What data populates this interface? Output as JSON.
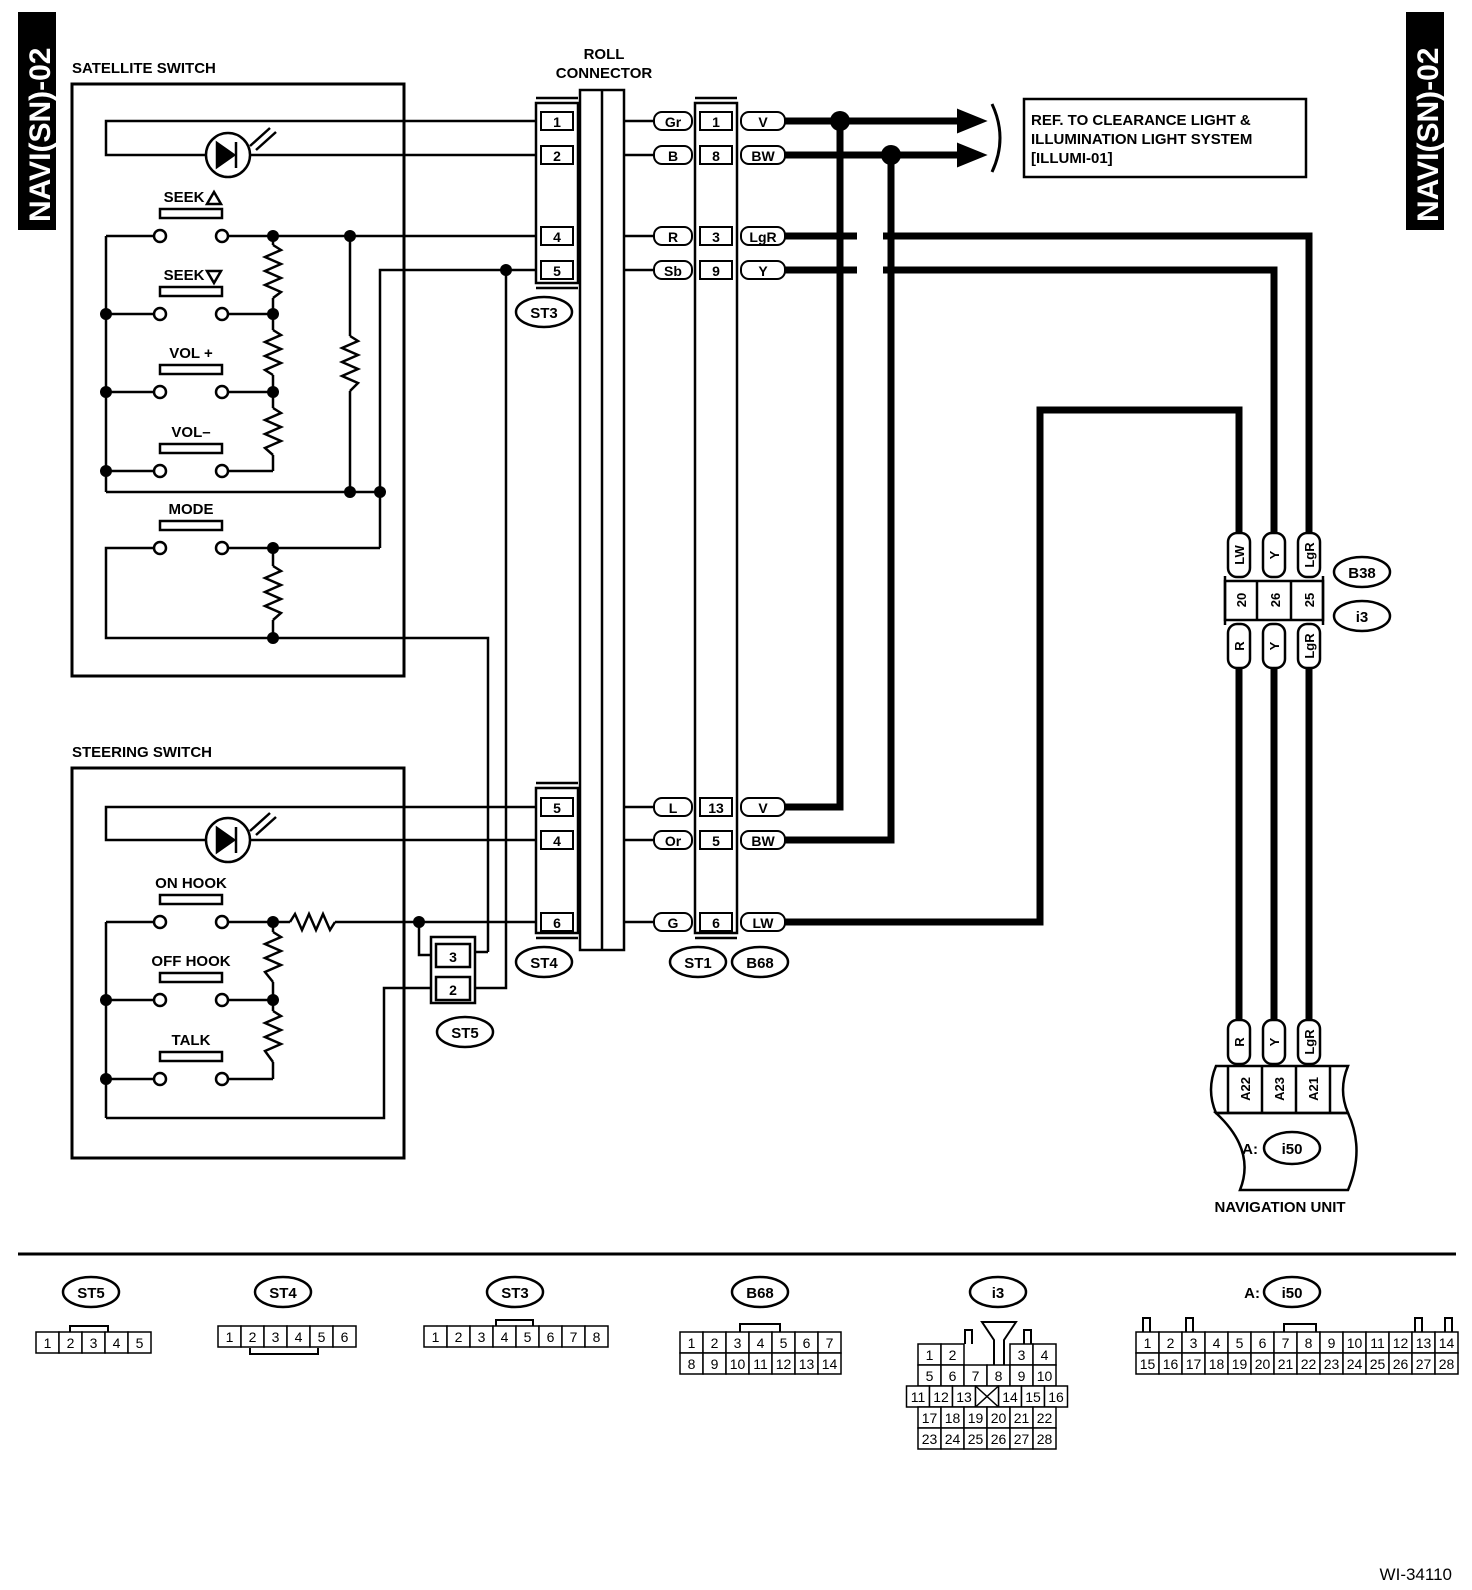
{
  "page_tag": "NAVI(SN)-02",
  "figure_id": "WI-34110",
  "roll_connector_label": [
    "ROLL",
    "CONNECTOR"
  ],
  "ref_box": [
    "REF. TO CLEARANCE LIGHT &",
    "ILLUMINATION LIGHT SYSTEM",
    "[ILLUMI-01]"
  ],
  "satellite_switch": {
    "title": "SATELLITE SWITCH",
    "buttons": [
      "SEEK",
      "SEEK",
      "VOL +",
      "VOL–",
      "MODE"
    ]
  },
  "steering_switch": {
    "title": "STEERING SWITCH",
    "buttons": [
      "ON HOOK",
      "OFF HOOK",
      "TALK"
    ]
  },
  "st3_pins": [
    "1",
    "2",
    "4",
    "5"
  ],
  "st4_pins": [
    "5",
    "4",
    "6"
  ],
  "st5_pins": [
    "3",
    "2"
  ],
  "upper_wires": [
    {
      "left": "Gr",
      "pin": "1",
      "right": "V"
    },
    {
      "left": "B",
      "pin": "8",
      "right": "BW"
    },
    {
      "left": "R",
      "pin": "3",
      "right": "LgR"
    },
    {
      "left": "Sb",
      "pin": "9",
      "right": "Y"
    }
  ],
  "lower_wires": [
    {
      "left": "L",
      "pin": "13",
      "right": "V"
    },
    {
      "left": "Or",
      "pin": "5",
      "right": "BW"
    },
    {
      "left": "G",
      "pin": "6",
      "right": "LW"
    }
  ],
  "connector_tags": {
    "st3": "ST3",
    "st4": "ST4",
    "st5": "ST5",
    "st1": "ST1",
    "b68": "B68",
    "b38": "B38",
    "i3": "i3",
    "i50": "i50"
  },
  "b38_i3": {
    "top_colors": [
      "LW",
      "Y",
      "LgR"
    ],
    "pins": [
      "20",
      "26",
      "25"
    ],
    "bottom_colors": [
      "R",
      "Y",
      "LgR"
    ]
  },
  "nav_unit": {
    "colors": [
      "R",
      "Y",
      "LgR"
    ],
    "pins": [
      "A22",
      "A23",
      "A21"
    ],
    "prefix": "A:",
    "tag": "i50",
    "label": "NAVIGATION UNIT"
  },
  "legend": {
    "st5": {
      "tag": "ST5",
      "rows": [
        [
          "1",
          "2",
          "3",
          "4",
          "5"
        ]
      ]
    },
    "st4": {
      "tag": "ST4",
      "rows": [
        [
          "1",
          "2",
          "3",
          "4",
          "5",
          "6"
        ]
      ]
    },
    "st3": {
      "tag": "ST3",
      "rows": [
        [
          "1",
          "2",
          "3",
          "4",
          "5",
          "6",
          "7",
          "8"
        ]
      ]
    },
    "b68": {
      "tag": "B68",
      "rows": [
        [
          "1",
          "2",
          "3",
          "4",
          "5",
          "6",
          "7"
        ],
        [
          "8",
          "9",
          "10",
          "11",
          "12",
          "13",
          "14"
        ]
      ]
    },
    "i3": {
      "tag": "i3",
      "rows": [
        [
          "1",
          "2",
          "3",
          "4"
        ],
        [
          "5",
          "6",
          "7",
          "8",
          "9",
          "10"
        ],
        [
          "11",
          "12",
          "13",
          "14",
          "15",
          "16"
        ],
        [
          "17",
          "18",
          "19",
          "20",
          "21",
          "22"
        ],
        [
          "23",
          "24",
          "25",
          "26",
          "27",
          "28"
        ]
      ]
    },
    "i50": {
      "prefix": "A:",
      "tag": "i50",
      "rows": [
        [
          "1",
          "2",
          "3",
          "4",
          "5",
          "6",
          "7",
          "8",
          "9",
          "10",
          "11",
          "12",
          "13",
          "14"
        ],
        [
          "15",
          "16",
          "17",
          "18",
          "19",
          "20",
          "21",
          "22",
          "23",
          "24",
          "25",
          "26",
          "27",
          "28"
        ]
      ]
    }
  }
}
